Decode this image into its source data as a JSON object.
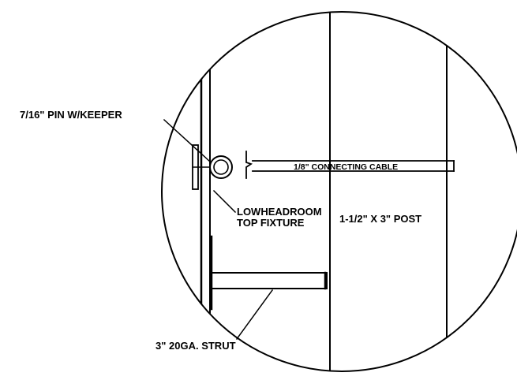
{
  "drawing": {
    "colors": {
      "line": "#000000",
      "background": "#ffffff"
    },
    "labels": {
      "pin": "7/16\" PIN W/KEEPER",
      "cable": "1/8\" CONNECTING CABLE",
      "fixture_line1": "LOWHEADROOM",
      "fixture_line2": "TOP FIXTURE",
      "post": "1-1/2\" X 3\" POST",
      "strut": "3\" 20GA. STRUT"
    }
  }
}
